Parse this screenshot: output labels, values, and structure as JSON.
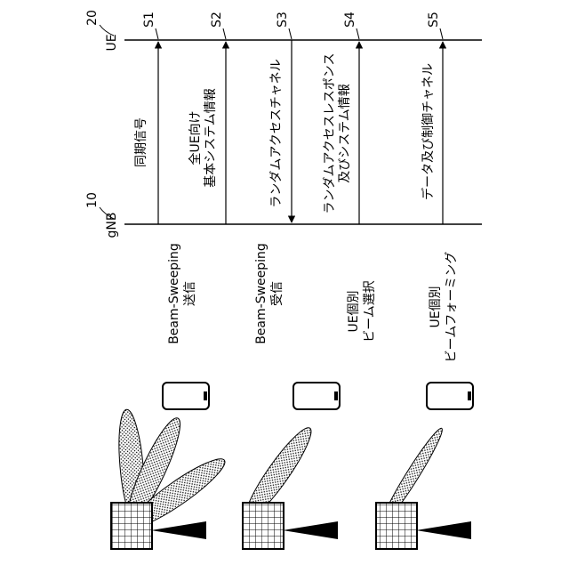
{
  "entities": {
    "gnb": {
      "label": "gNB",
      "ref": "10"
    },
    "ue": {
      "label": "UE",
      "ref": "20"
    }
  },
  "steps": [
    {
      "id": "S1",
      "lines": [
        "同期信号"
      ],
      "direction": "gnb-to-ue"
    },
    {
      "id": "S2",
      "lines": [
        "全UE向け",
        "基本システム情報"
      ],
      "direction": "gnb-to-ue"
    },
    {
      "id": "S3",
      "lines": [
        "ランダムアクセスチャネル"
      ],
      "direction": "ue-to-gnb"
    },
    {
      "id": "S4",
      "lines": [
        "ランダムアクセスレスポンス",
        "及びシステム情報"
      ],
      "direction": "gnb-to-ue"
    },
    {
      "id": "S5",
      "lines": [
        "データ及び制御チャネル"
      ],
      "direction": "gnb-to-ue"
    }
  ],
  "scenarios": [
    {
      "caption": [
        "Beam-Sweeping",
        "送信"
      ]
    },
    {
      "caption": [
        "Beam-Sweeping",
        "受信"
      ]
    },
    {
      "caption": [
        "UE個別",
        "ビーム選択"
      ]
    },
    {
      "caption": [
        "UE個別",
        "ビームフォーミング"
      ]
    }
  ]
}
